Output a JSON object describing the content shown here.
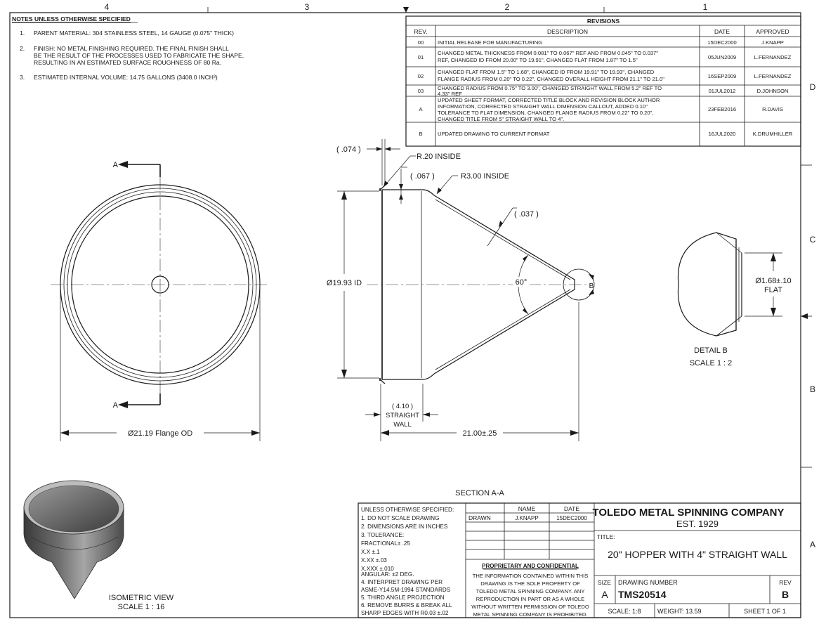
{
  "zones": {
    "top": [
      "4",
      "3",
      "2",
      "1"
    ],
    "right": [
      "D",
      "C",
      "B",
      "A"
    ]
  },
  "notes": {
    "heading": "NOTES UNLESS OTHERWISE SPECIFIED",
    "items": [
      {
        "num": "1.",
        "lines": [
          "PARENT MATERIAL: 304 STAINLESS STEEL, 14 GAUGE (0.075\" THICK)"
        ]
      },
      {
        "num": "2.",
        "lines": [
          "FINISH: NO METAL FINISHING REQUIRED.  THE FINAL FINISH SHALL",
          "BE THE RESULT OF THE PROCESSES USED TO FABRICATE THE SHAPE,",
          "RESULTING IN AN ESTIMATED SURFACE ROUGHNESS OF 80 Ra."
        ]
      },
      {
        "num": "3.",
        "lines": [
          "ESTIMATED INTERNAL VOLUME: 14.75 GALLONS (3408.0 INCH³)"
        ]
      }
    ]
  },
  "revisions": {
    "title": "REVISIONS",
    "headers": [
      "REV.",
      "DESCRIPTION",
      "DATE",
      "APPROVED"
    ],
    "rows": [
      {
        "rev": "00",
        "lines": [
          "INITIAL RELEASE FOR MANUFACTURING"
        ],
        "date": "15DEC2000",
        "approved": "J.KNAPP"
      },
      {
        "rev": "01",
        "lines": [
          "CHANGED METAL THICKNESS FROM 0.081\" TO 0.067\" REF AND FROM 0.045\" TO 0.037\"",
          "REF, CHANGED ID FROM 20.00\" TO 19.91\", CHANGED FLAT FROM 1.87\" TO 1.5\""
        ],
        "date": "05JUN2009",
        "approved": "L.FERNANDEZ"
      },
      {
        "rev": "02",
        "lines": [
          "CHANGED FLAT FROM 1.5\" TO 1.68\", CHANGED ID FROM 19.91\" TO 19.93\", CHANGED",
          "FLANGE RADIUS FROM 0.20\" TO 0.22\", CHANGED OVERALL HEIGHT FROM 21.1\" TO 21.0\""
        ],
        "date": "16SEP2009",
        "approved": "L.FERNANDEZ"
      },
      {
        "rev": "03",
        "lines": [
          "CHANGED RADIUS FROM 0.75\" TO 3.00\", CHANGED STRAIGHT WALL FROM 5.2\" REF TO",
          "4.33\" REF"
        ],
        "date": "01JUL2012",
        "approved": "D.JOHNSON"
      },
      {
        "rev": "A",
        "lines": [
          "UPDATED SHEET FORMAT, CORRECTED TITLE BLOCK AND REVISION BLOCK AUTHOR",
          "INFORMATION, CORRECTED STRAIGHT WALL DIMENSION CALLOUT, ADDED 0.10\"",
          "TOLERANCE TO FLAT DIMENSION, CHANGED FLANGE RADIUS FROM 0.22\" TO 0.20\",",
          "CHANGED TITLE FROM 5\" STRAIGHT WALL TO 4\"."
        ],
        "date": "23FEB2016",
        "approved": "R.DAVIS"
      },
      {
        "rev": "B",
        "lines": [
          "UPDATED DRAWING TO CURRENT FORMAT"
        ],
        "date": "16JUL2020",
        "approved": "K.DRUMHILLER"
      }
    ]
  },
  "front_view": {
    "section_label_top": "A",
    "section_label_bottom": "A",
    "flange_od": "Ø21.19 Flange OD"
  },
  "section_view": {
    "title": "SECTION A-A",
    "thickness_flange": "( .074 )",
    "radius_inside": "R.20 INSIDE",
    "thickness_wall": "( .067 )",
    "radius_cone": "R3.00 INSIDE",
    "thickness_cone": "( .037 )",
    "inner_diameter": "Ø19.93 ID",
    "angle": "60°",
    "detail_marker": "B",
    "straight_wall_lines": [
      "( 4.10 )",
      "STRAIGHT",
      "WALL"
    ],
    "overall_height": "21.00±.25"
  },
  "detail_b": {
    "flat_dim": "Ø1.68±.10",
    "flat_label": "FLAT",
    "title": "DETAIL B",
    "scale": "SCALE 1 : 2"
  },
  "isometric": {
    "title": "ISOMETRIC VIEW",
    "scale": "SCALE 1 : 16"
  },
  "title_block": {
    "tolerances": [
      "UNLESS OTHERWISE SPECIFIED:",
      "1. DO NOT SCALE DRAWING",
      "2. DIMENSIONS ARE IN INCHES",
      "3. TOLERANCE:",
      "    FRACTIONAL± .25",
      "    X.X       ±.1",
      "    X.XX     ±.03",
      "    X.XXX   ±.010",
      "    ANGULAR: ±2 DEG.",
      "4. INTERPRET DRAWING PER",
      "    ASME-Y14.5M-1994 STANDARDS",
      "5. THIRD ANGLE PROJECTION",
      "6. REMOVE BURRS & BREAK ALL",
      "    SHARP EDGES WITH R0.03 ±.02"
    ],
    "name_header": "NAME",
    "date_header": "DATE",
    "drawn_label": "DRAWN",
    "drawn_name": "J.KNAPP",
    "drawn_date": "15DEC2000",
    "prop_title": "PROPRIETARY AND CONFIDENTIAL",
    "prop_lines": [
      "THE INFORMATION CONTAINED WITHIN THIS",
      "DRAWING IS THE SOLE PROPERTY OF",
      "TOLEDO METAL SPINNING COMPANY.  ANY",
      "REPRODUCTION IN PART OR AS A WHOLE",
      "WITHOUT WRITTEN PERMISSION OF TOLEDO",
      "METAL SPINNING COMPANY IS PROHIBITED."
    ],
    "company": "TOLEDO METAL SPINNING COMPANY",
    "est": "EST. 1929",
    "title_label": "TITLE:",
    "title": "20\" HOPPER WITH 4\" STRAIGHT WALL",
    "size_label": "SIZE",
    "size": "A",
    "drawing_number_label": "DRAWING NUMBER",
    "drawing_number": "TMS20514",
    "rev_label": "REV",
    "rev": "B",
    "scale": "SCALE: 1:8",
    "weight": "WEIGHT: 13.59",
    "sheet": "SHEET 1 OF 1"
  }
}
